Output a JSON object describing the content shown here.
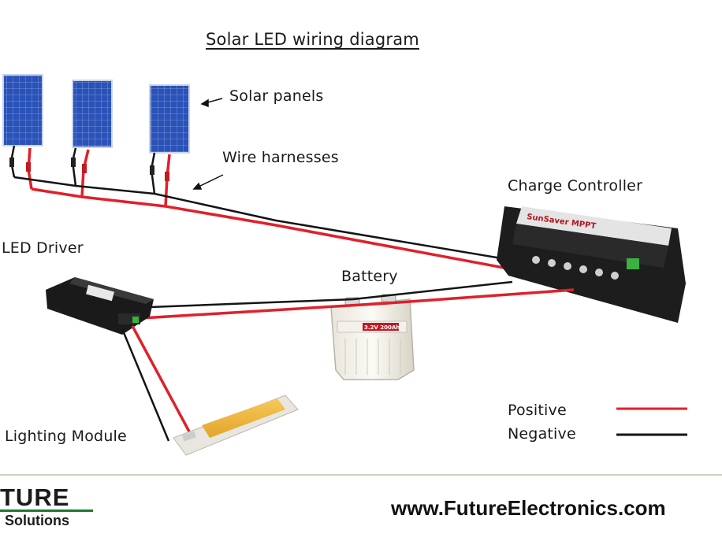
{
  "diagram": {
    "title": "Solar LED wiring diagram",
    "labels": {
      "solar_panels": "Solar panels",
      "wire_harnesses": "Wire harnesses",
      "charge_controller": "Charge Controller",
      "led_driver": "LED Driver",
      "battery": "Battery",
      "lighting_module": "Lighting Module"
    },
    "legend": {
      "positive": "Positive",
      "negative": "Negative"
    },
    "device_text": {
      "controller_brand": "SunSaver MPPT",
      "battery_label": "3.2V 200Ah"
    }
  },
  "colors": {
    "positive_wire": "#e0202a",
    "negative_wire": "#141414",
    "panel_blue": "#2a52b8",
    "accent_green": "#1a7a2e"
  },
  "footer": {
    "brand_top": "TURE",
    "brand_sub": "Solutions",
    "website": "www.FutureElectronics.com"
  }
}
